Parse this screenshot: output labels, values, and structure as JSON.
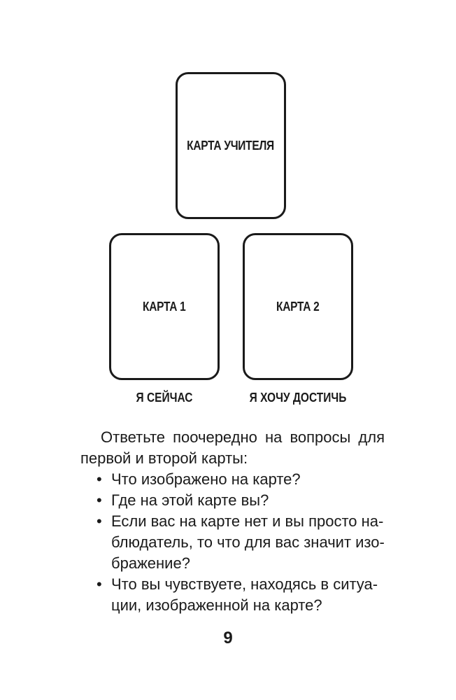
{
  "cards": {
    "teacher": "КАРТА УЧИТЕЛЯ",
    "card1": "КАРТА 1",
    "card2": "КАРТА 2"
  },
  "captions": {
    "card1": "Я СЕЙЧАС",
    "card2": "Я ХОЧУ ДОСТИЧЬ"
  },
  "intro": {
    "line1": "Ответьте поочередно на вопросы для",
    "line2": "первой и второй карты:"
  },
  "bullet_symbol": "•",
  "questions": [
    {
      "lines": [
        "Что изображено на карте?"
      ]
    },
    {
      "lines": [
        "Где на этой карте вы?"
      ]
    },
    {
      "lines": [
        "Если вас на карте нет и вы просто на-",
        "блюдатель, то что для вас значит изо-",
        "бражение?"
      ]
    },
    {
      "lines": [
        "Что вы чувствуете, находясь в ситуа-",
        "ции, изображенной на карте?"
      ]
    }
  ],
  "page_number": "9"
}
